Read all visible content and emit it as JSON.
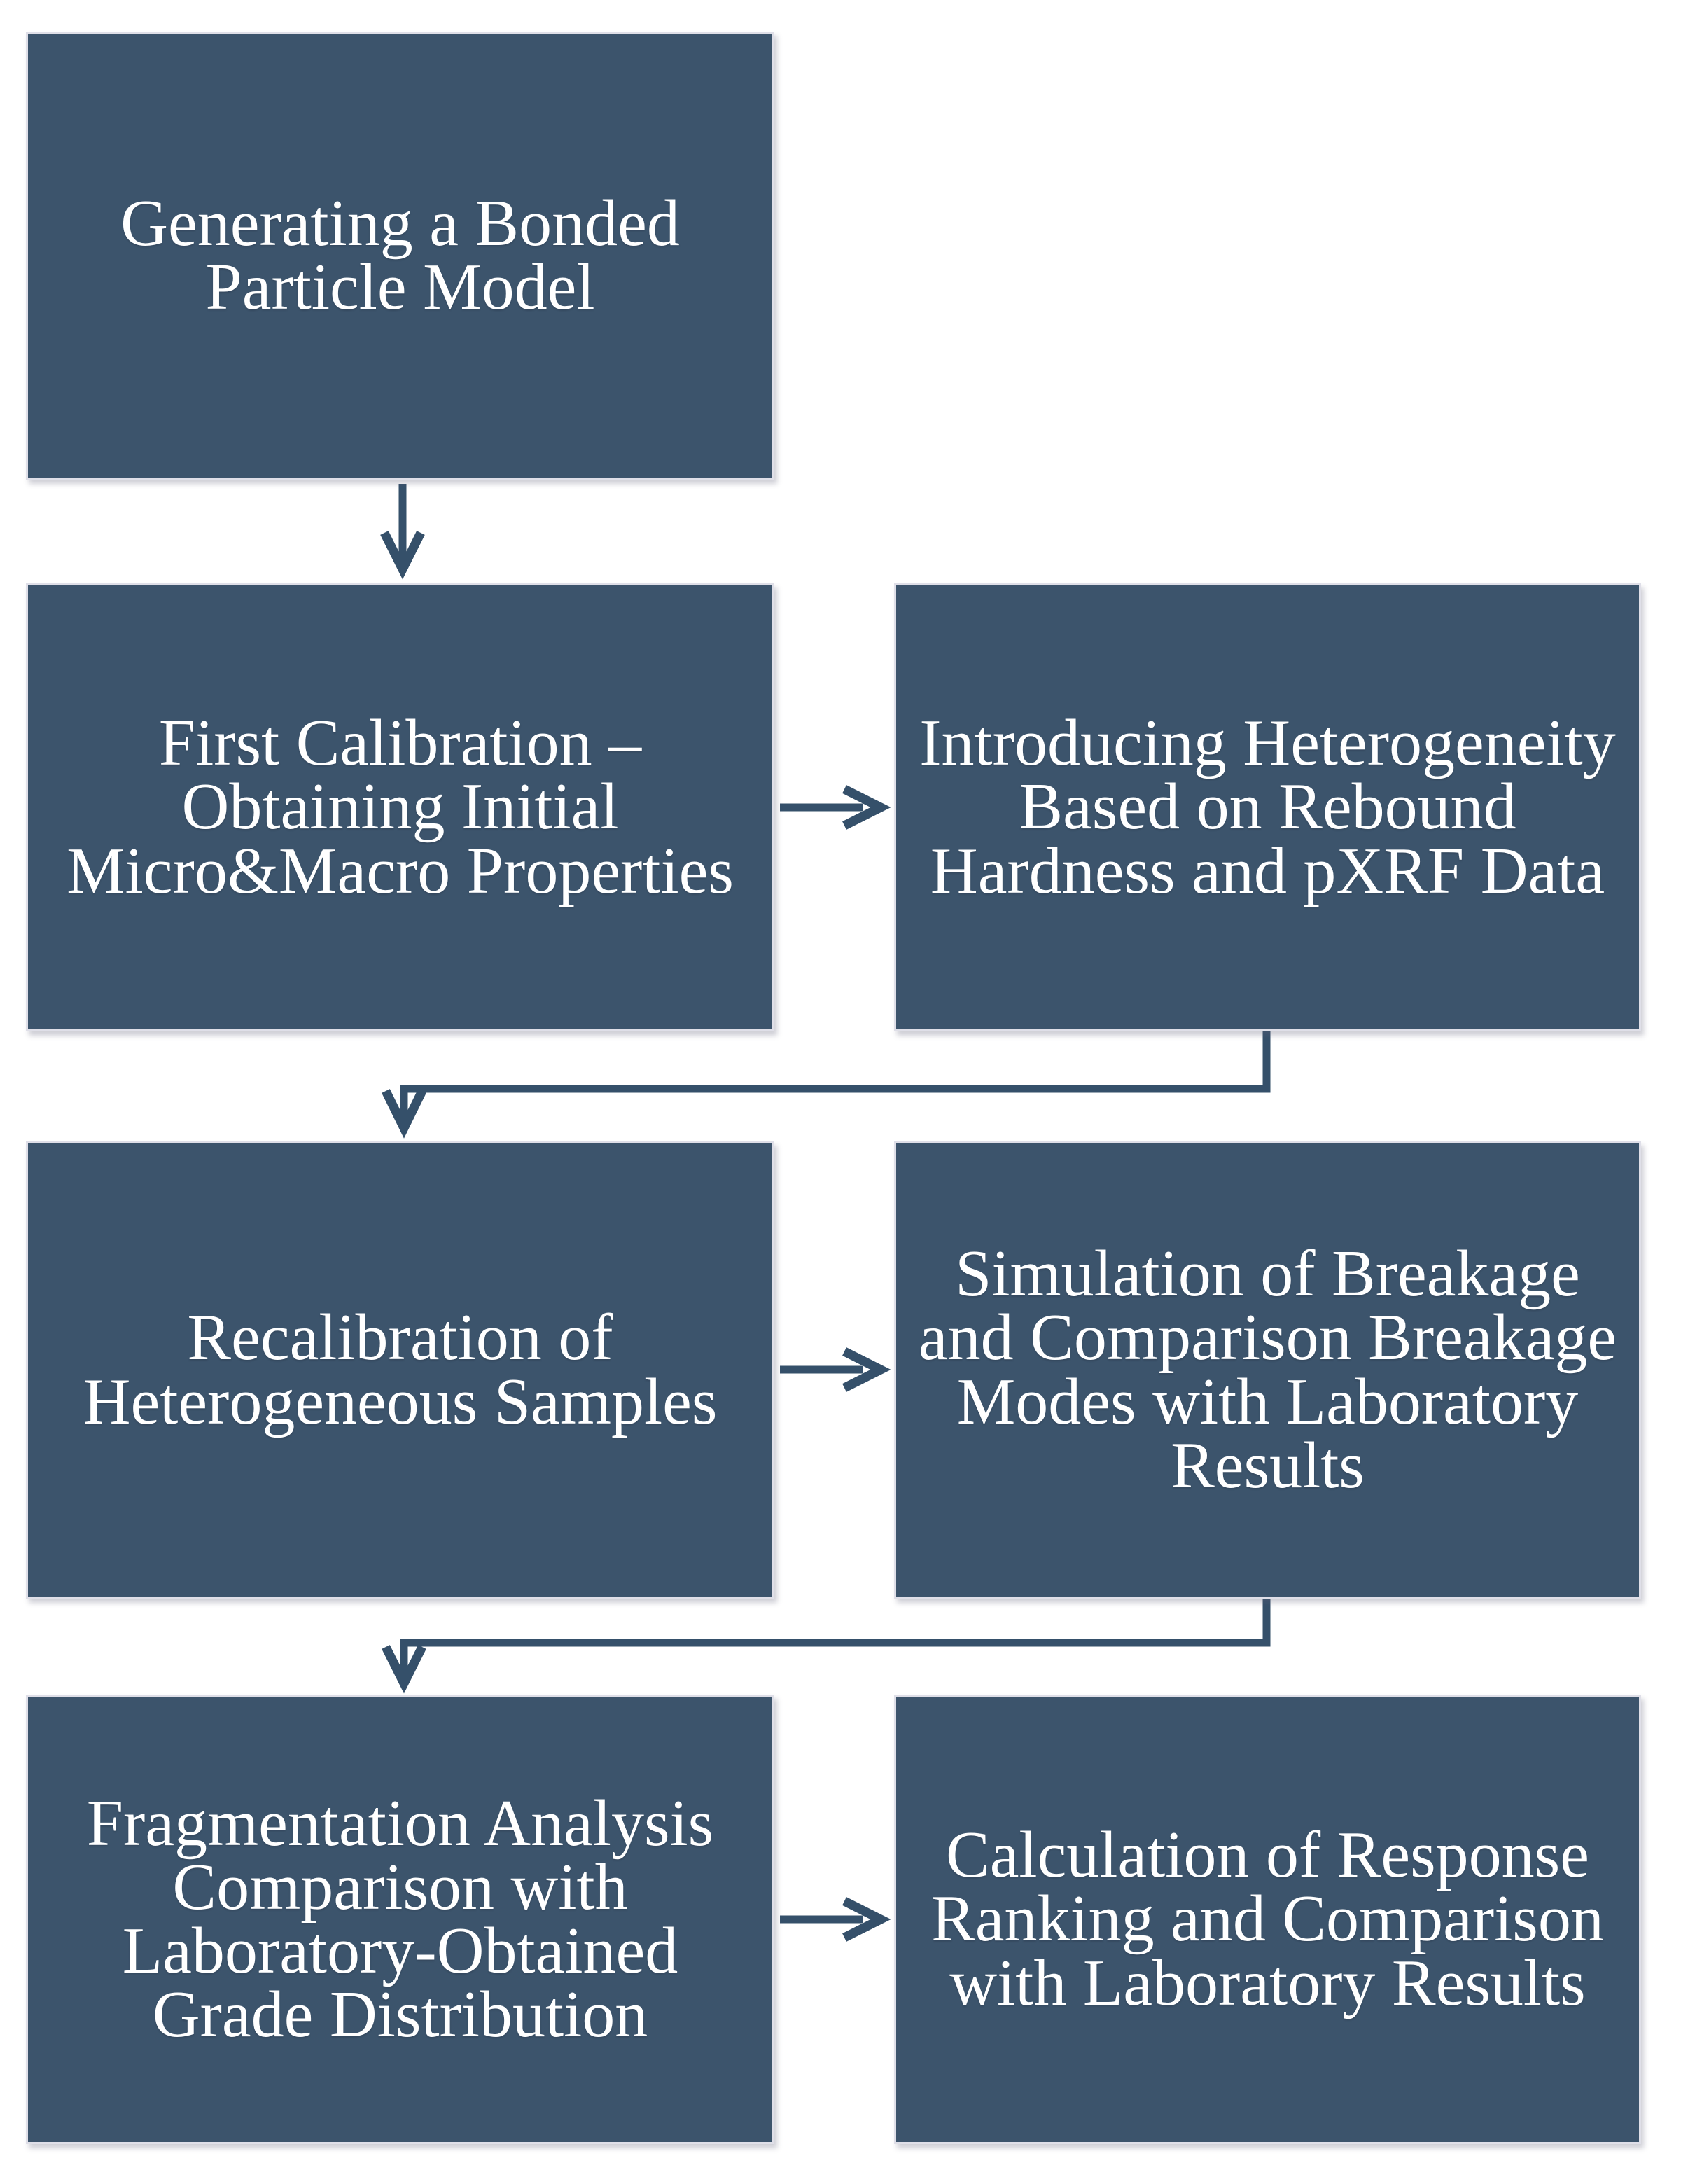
{
  "diagram": {
    "type": "flowchart",
    "colors": {
      "background": "#ffffff",
      "box_fill": "#3c546c",
      "box_border": "#dfdfe8",
      "text": "#ffffff",
      "arrow": "#35506a"
    },
    "boxes": [
      {
        "id": "generating-bonded-particle-model",
        "label": "Generating a Bonded\nParticle Model"
      },
      {
        "id": "first-calibration",
        "label": "First Calibration –\nObtaining Initial\nMicro&Macro Properties"
      },
      {
        "id": "introducing-heterogeneity",
        "label": "Introducing Heterogeneity\nBased on Rebound\nHardness and pXRF Data"
      },
      {
        "id": "recalibration-heterogeneous-samples",
        "label": "Recalibration of\nHeterogeneous Samples"
      },
      {
        "id": "simulation-of-breakage",
        "label": "Simulation of Breakage\nand Comparison Breakage\nModes with Laboratory\nResults"
      },
      {
        "id": "fragmentation-analysis",
        "label": "Fragmentation Analysis\nComparison with\nLaboratory-Obtained\nGrade Distribution"
      },
      {
        "id": "calculation-response-ranking",
        "label": "Calculation of Response\nRanking and Comparison\nwith Laboratory Results"
      }
    ],
    "connectors": [
      {
        "from": "generating-bonded-particle-model",
        "to": "first-calibration",
        "shape": "straight-down"
      },
      {
        "from": "first-calibration",
        "to": "introducing-heterogeneity",
        "shape": "straight-right"
      },
      {
        "from": "introducing-heterogeneity",
        "to": "recalibration-heterogeneous-samples",
        "shape": "elbow-down-left-down"
      },
      {
        "from": "recalibration-heterogeneous-samples",
        "to": "simulation-of-breakage",
        "shape": "straight-right"
      },
      {
        "from": "simulation-of-breakage",
        "to": "fragmentation-analysis",
        "shape": "elbow-down-left-down"
      },
      {
        "from": "fragmentation-analysis",
        "to": "calculation-response-ranking",
        "shape": "straight-right"
      }
    ]
  }
}
